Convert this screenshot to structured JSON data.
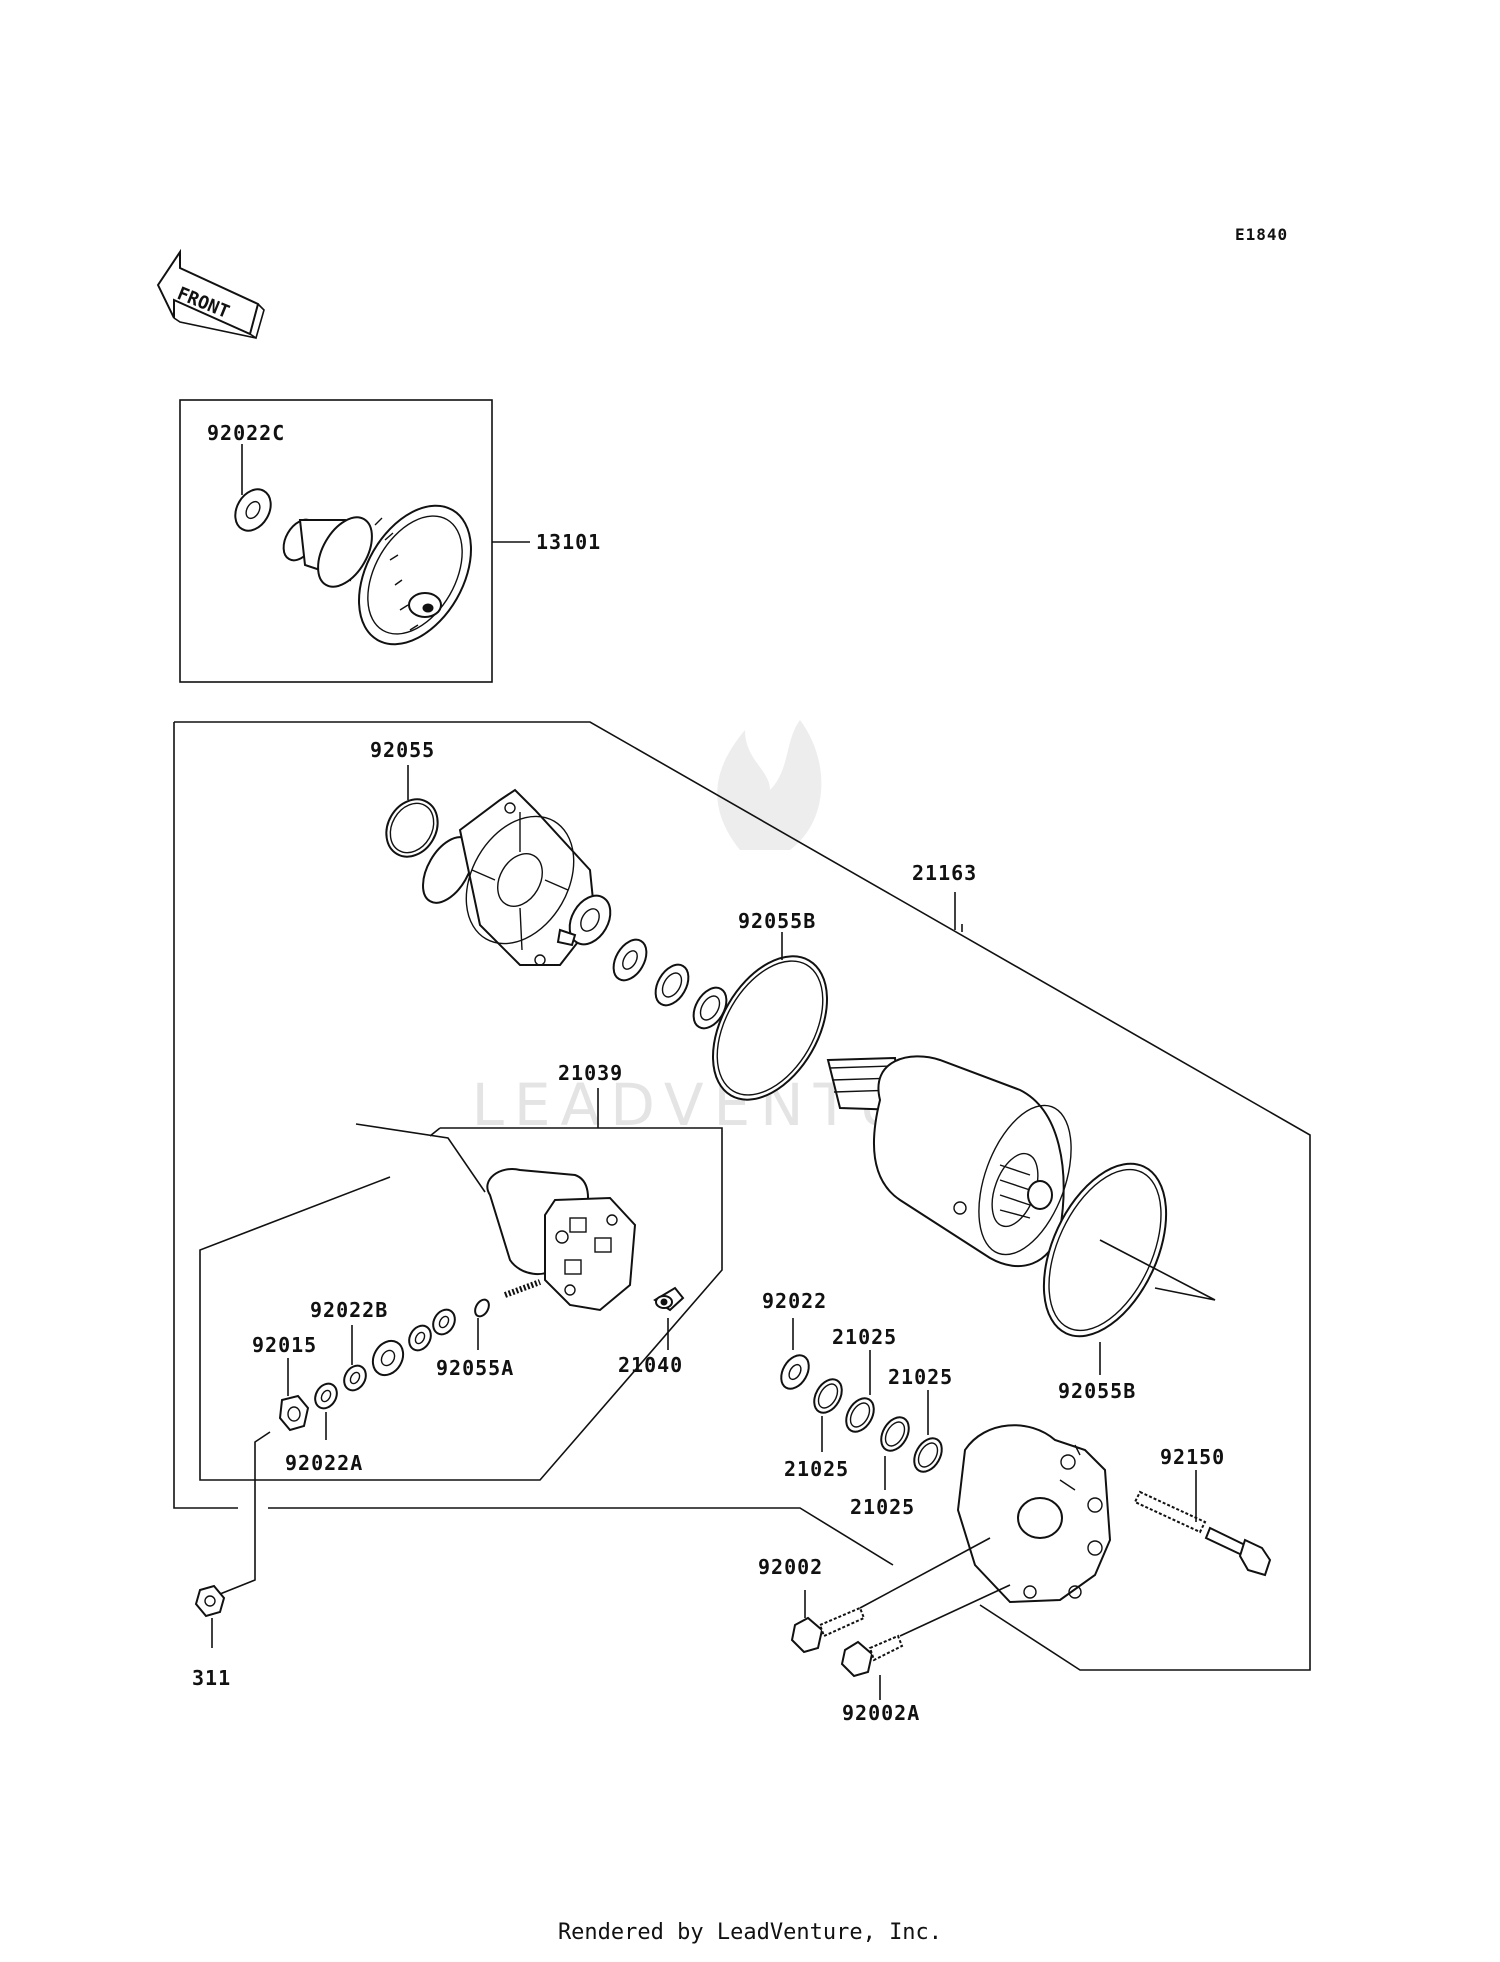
{
  "diagram_code": "E1840",
  "front_label": "FRONT",
  "watermark": "LEADVENTURE",
  "footer": "Rendered by LeadVenture, Inc.",
  "parts": {
    "p92022C": "92022C",
    "p13101": "13101",
    "p92055": "92055",
    "p21163": "21163",
    "p92055B_top": "92055B",
    "p21039": "21039",
    "p92022B": "92022B",
    "p92015": "92015",
    "p92055A": "92055A",
    "p21040": "21040",
    "p92022A": "92022A",
    "p92022": "92022",
    "p21025_a": "21025",
    "p21025_b": "21025",
    "p21025_c": "21025",
    "p21025_d": "21025",
    "p92055B_bottom": "92055B",
    "p92150": "92150",
    "p92002": "92002",
    "p92002A": "92002A",
    "p311": "311"
  }
}
